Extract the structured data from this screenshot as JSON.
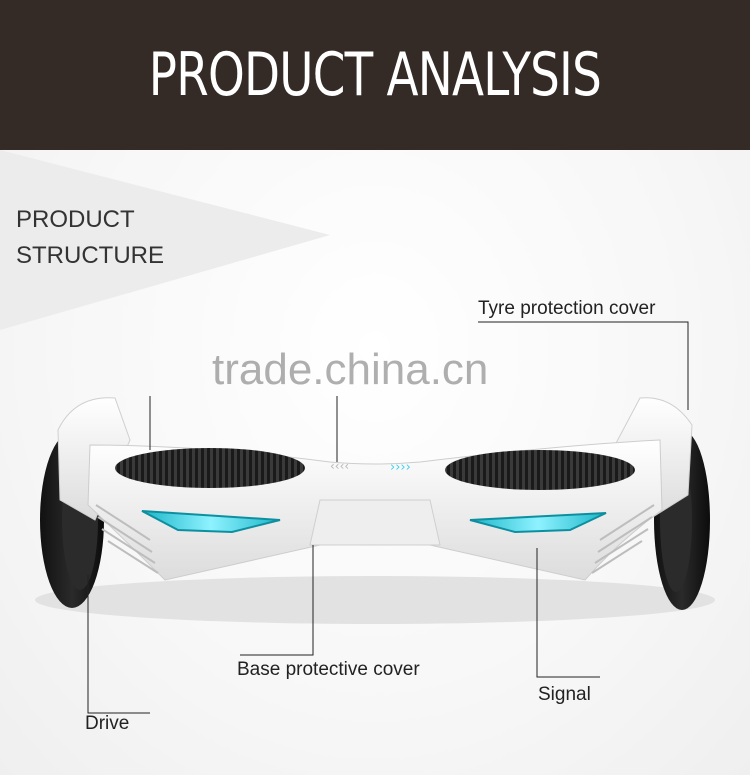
{
  "header": {
    "title": "PRODUCT ANALYSIS"
  },
  "section": {
    "line1": "PRODUCT",
    "line2": "STRUCTURE"
  },
  "callouts": {
    "tyre_cover": "Tyre protection cover",
    "base_cover": "Base protective cover",
    "signal": "Signal",
    "drive": "Drive"
  },
  "watermark": "trade.china.cn",
  "colors": {
    "header_bg": "#342b26",
    "led": "#3fd3e6",
    "body": "#f2f2f2"
  }
}
